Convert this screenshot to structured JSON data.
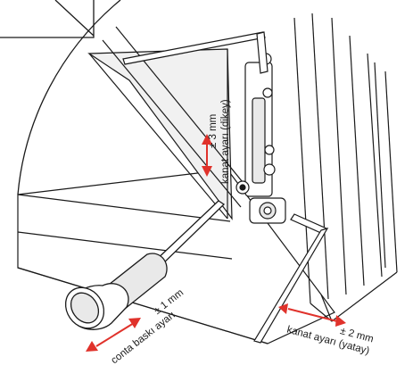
{
  "labels": {
    "vertical_value": "± 3 mm",
    "vertical_desc": "kanat ayarı (dikey)",
    "horizontal_value": "± 2 mm",
    "horizontal_desc": "kanat ayarı (yatay)",
    "seal_value": "± 1 mm",
    "seal_desc": "conta baskı ayarı"
  },
  "colors": {
    "line": "#1a1a1a",
    "shade": "#e9e9e9",
    "arrow": "#e0322b"
  }
}
